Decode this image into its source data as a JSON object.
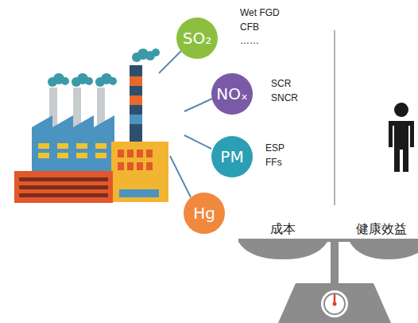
{
  "diagram": {
    "nodes": [
      {
        "text": [
          "SO₂"
        ]
      },
      {
        "text": [
          "NOₓ"
        ]
      },
      {
        "text": [
          "PM"
        ]
      },
      {
        "text": [
          "Hg"
        ]
      }
    ],
    "labels": [
      "Wet FGD",
      "CFB",
      "……",
      "SCR",
      "SNCR",
      "ESP",
      "FFs",
      "成本",
      "健康效益"
    ]
  }
}
